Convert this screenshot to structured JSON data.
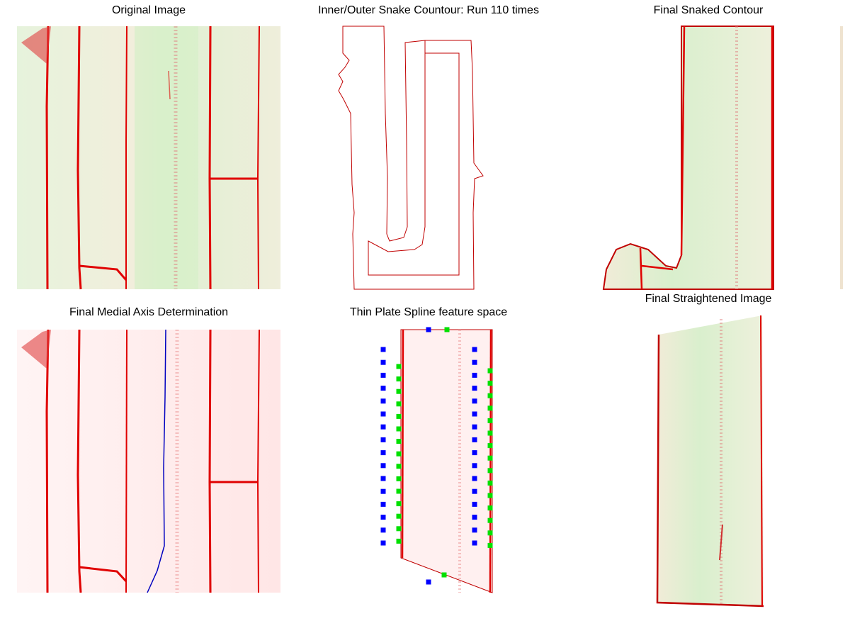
{
  "figure": {
    "panels": [
      {
        "title": "Original Image"
      },
      {
        "title": "Inner/Outer Snake Countour: Run 110 times"
      },
      {
        "title": "Final Snaked Contour"
      },
      {
        "title": "Final Medial Axis Determination"
      },
      {
        "title": "Thin Plate Spline feature space"
      },
      {
        "title": "Final Straightened Image"
      }
    ]
  },
  "colors": {
    "membrane_red": "#e00000",
    "gfp_green": "#7be07b",
    "contour_red": "#c00000",
    "medial_axis_blue": "#0000c0",
    "tps_blue": "#0000ff",
    "tps_green": "#00e000"
  }
}
